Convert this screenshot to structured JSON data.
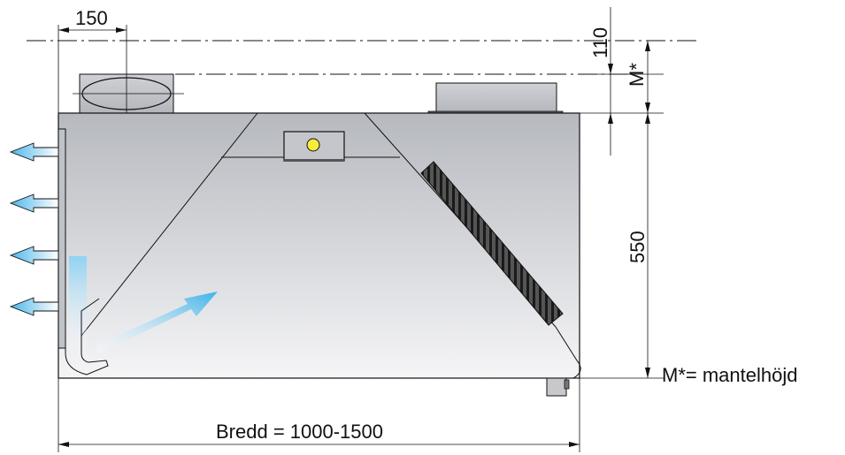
{
  "dimensions": {
    "width_top": "150",
    "offset_top": "110",
    "mantel_symbol": "M*",
    "height": "550",
    "width_bottom": "Bredd = 1000-1500"
  },
  "legend": {
    "mantel_note": "M*= mantelhöjd"
  },
  "colors": {
    "line": "#111111",
    "body_top": "#b9bcc2",
    "body_bottom": "#f4f4f6",
    "arrow_fill": "#6fc4ee",
    "lamp": "#f6ec3a",
    "filter": "#444444"
  }
}
